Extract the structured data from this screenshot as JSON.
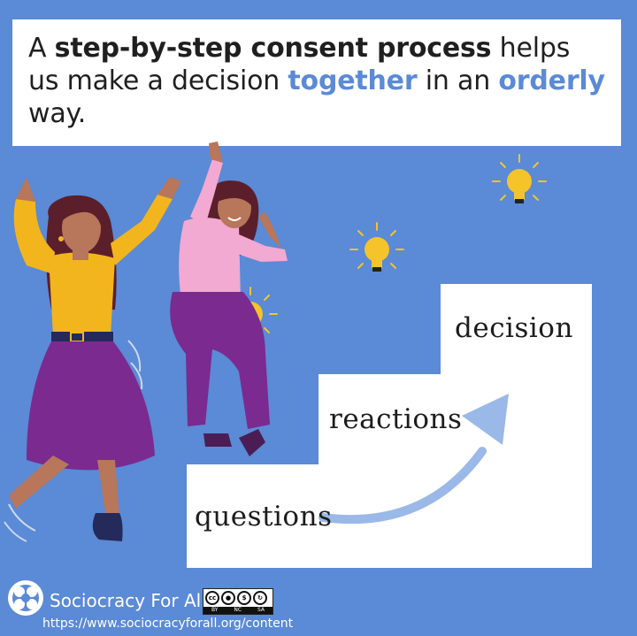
{
  "headline": {
    "part1": "A ",
    "bold1": "step-by-step consent process",
    "part2": " helps us make a decision ",
    "accent1": "together",
    "part3": " in an ",
    "accent2": "orderly",
    "part4": " way."
  },
  "steps": {
    "step1": "questions",
    "step2": "reactions",
    "step3": "decision"
  },
  "footer": {
    "org_name": "Sociocracy For All",
    "url": "https://www.sociocracyforall.org/content",
    "license_tags": [
      "BY",
      "NC",
      "SA"
    ],
    "license_cc": "cc"
  },
  "icons": [
    "lightbulb-icon",
    "sociocracy-logo-icon",
    "creative-commons-icon",
    "curved-arrow-icon"
  ],
  "colors": {
    "background": "#5b8ad6",
    "accent": "#5b8ad6",
    "arrow": "#9ab9e8",
    "bulb": "#f4c42a",
    "steps": "#ffffff"
  }
}
